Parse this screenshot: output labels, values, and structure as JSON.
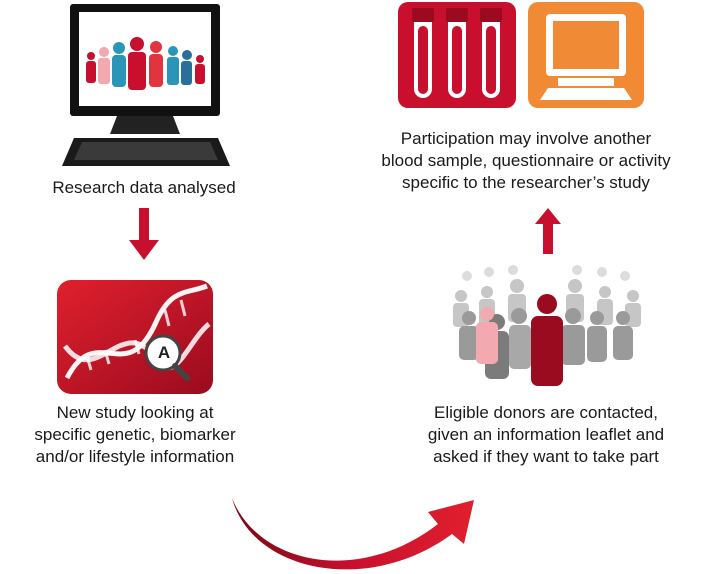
{
  "steps": {
    "research": {
      "icon": "computer-people-icon",
      "lines": [
        "Research data analysed"
      ]
    },
    "new_study": {
      "icon": "dna-magnifier-icon",
      "magnifier_letter": "A",
      "lines": [
        "New study looking at",
        "specific genetic, biomarker",
        "and/or lifestyle information"
      ]
    },
    "donors": {
      "icon": "crowd-icon",
      "lines": [
        "Eligible donors are contacted,",
        "given an information leaflet and",
        "asked if they want to take part"
      ]
    },
    "participation": {
      "icons": [
        "blood-tubes-icon",
        "questionnaire-computer-icon"
      ],
      "lines": [
        "Participation may involve another",
        "blood sample, questionnaire or activity",
        "specific to the researcher’s study"
      ]
    }
  },
  "colors": {
    "red": "#c8102e",
    "dark_red": "#9a0b1f",
    "orange": "#f08a35",
    "grey": "#8c8c8c",
    "pink": "#f2a9b0",
    "teal": "#2a95b8",
    "text": "#1a1a1a"
  }
}
